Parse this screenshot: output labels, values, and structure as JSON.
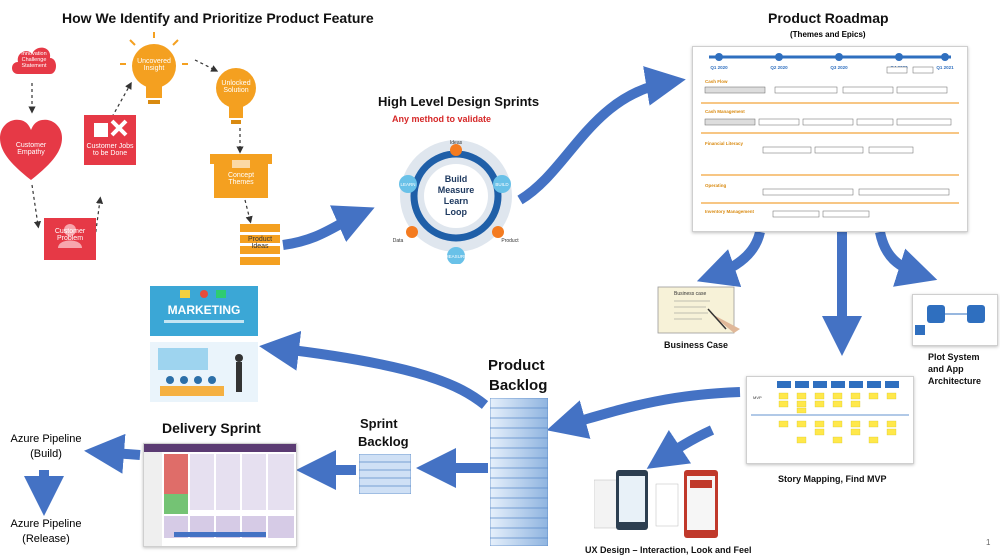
{
  "titles": {
    "identify": "How We Identify and Prioritize Product Feature",
    "roadmap": "Product Roadmap",
    "roadmap_sub": "(Themes and Epics)",
    "design_sprints": "High Level Design Sprints",
    "design_sprints_sub": "Any method to validate",
    "product_backlog_1": "Product",
    "product_backlog_2": "Backlog",
    "sprint_backlog_1": "Sprint",
    "sprint_backlog_2": "Backlog",
    "delivery_sprint": "Delivery Sprint"
  },
  "captions": {
    "business_case": "Business Case",
    "plot_system_1": "Plot System",
    "plot_system_2": "and App",
    "plot_system_3": "Architecture",
    "story_mapping": "Story Mapping, Find MVP",
    "ux_design": "UX Design – Interaction, Look and Feel",
    "azure_build_1": "Azure Pipeline",
    "azure_build_2": "(Build)",
    "azure_release_1": "Azure Pipeline",
    "azure_release_2": "(Release)",
    "page_number": "1"
  },
  "identify_flow": {
    "innovation": "Innovation Challenge Statement",
    "empathy": "Customer Empathy",
    "problem": "Customer Problem",
    "jobs": "Customer Jobs to be Done",
    "uncovered": "Uncovered Insight",
    "unlocked": "Unlocked Solution",
    "concepts": "Concept Themes",
    "features": "Product Ideas"
  },
  "design_loop": {
    "center_1": "Build",
    "center_2": "Measure",
    "center_3": "Learn",
    "center_4": "Loop",
    "ideas": "Ideas",
    "build": "BUILD",
    "product": "Product",
    "measure": "MEASURE",
    "data": "Data",
    "learn": "LEARN"
  },
  "roadmap": {
    "timeline": [
      "Q1 2020",
      "Q2 2020",
      "Q3 2020",
      "Q4 2020",
      "Q1 2021"
    ],
    "sections": [
      "Cash Flow",
      "Cash Management",
      "Financial Literacy",
      "Operating",
      "Inventory Management"
    ]
  },
  "misc": {
    "business_case_paper": "Business case",
    "marketing_label": "MARKETING",
    "mvp_label": "MVP"
  },
  "colors": {
    "arrow_blue": "#4472c4",
    "identify_red": "#e63946",
    "identify_orange": "#f4a020",
    "roadmap_orange": "#f2a33a",
    "roadmap_blue": "#2f6fbf"
  }
}
